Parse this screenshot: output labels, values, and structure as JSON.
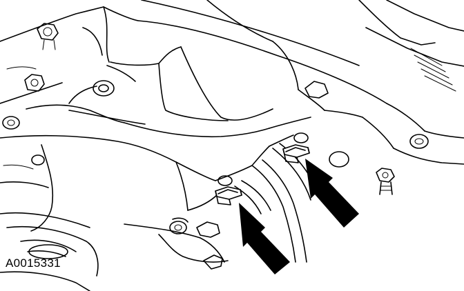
{
  "figure": {
    "code": "A0015331"
  },
  "colors": {
    "line": "#000000",
    "background": "#ffffff"
  },
  "callouts": [
    {
      "name": "arrow-upper-right",
      "points_to": "retaining-clip-upper-right"
    },
    {
      "name": "arrow-lower-center",
      "points_to": "retaining-clip-lower-center"
    }
  ]
}
